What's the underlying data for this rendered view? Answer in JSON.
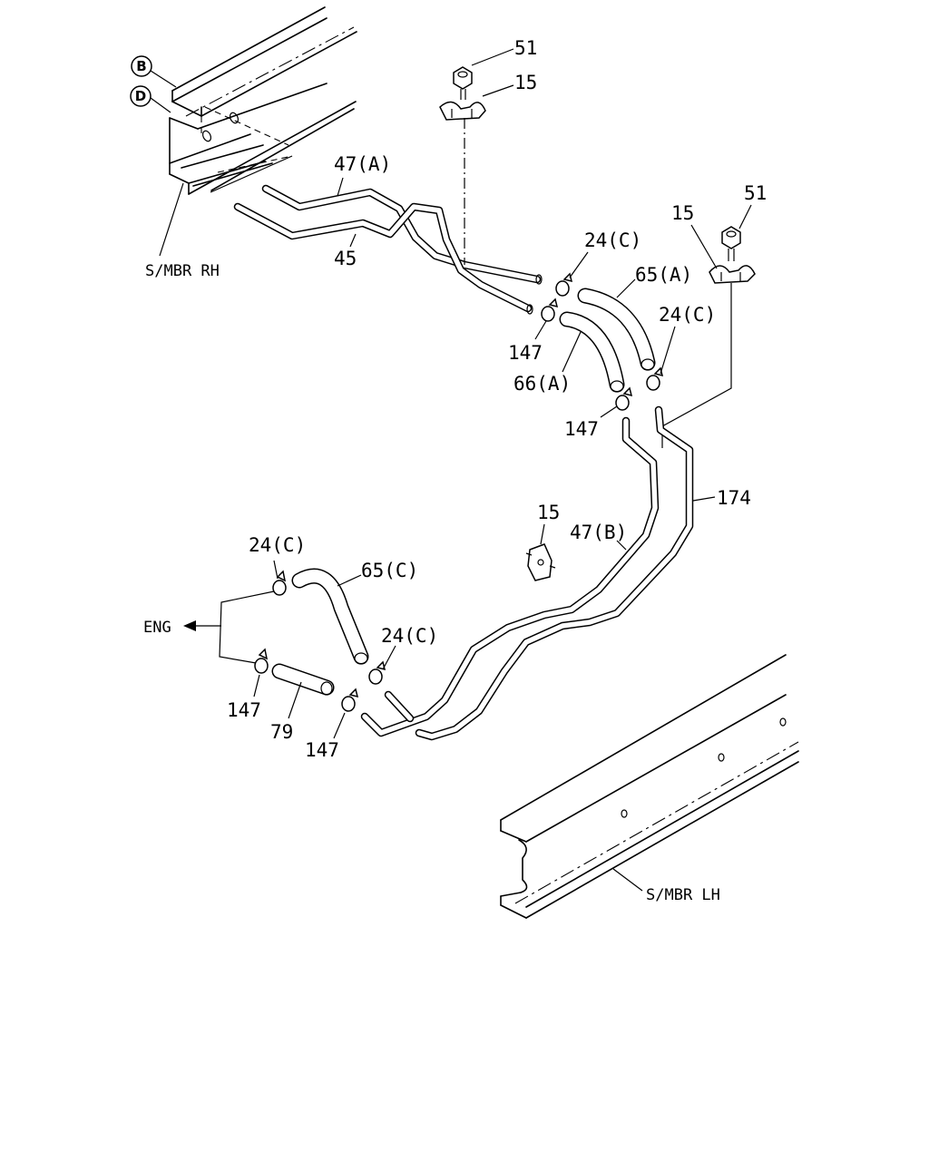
{
  "callouts": {
    "b": "B",
    "d": "D",
    "smbr_rh": "S/MBR RH",
    "smbr_lh": "S/MBR LH",
    "eng": "ENG",
    "p51_top": "51",
    "p15_top": "15",
    "p47a": "47(A)",
    "p45": "45",
    "p24c_top": "24(C)",
    "p65a": "65(A)",
    "p15_right": "15",
    "p51_right": "51",
    "p24c_right": "24(C)",
    "p147_a": "147",
    "p66a": "66(A)",
    "p147_b": "147",
    "p174": "174",
    "p15_mid": "15",
    "p47b": "47(B)",
    "p24c_left": "24(C)",
    "p65c": "65(C)",
    "p24c_low": "24(C)",
    "p147_c": "147",
    "p79": "79",
    "p147_d": "147"
  },
  "icons": {
    "arrow": "arrow-left-icon",
    "circle_b": "circle-letter-icon",
    "circle_d": "circle-letter-icon"
  }
}
